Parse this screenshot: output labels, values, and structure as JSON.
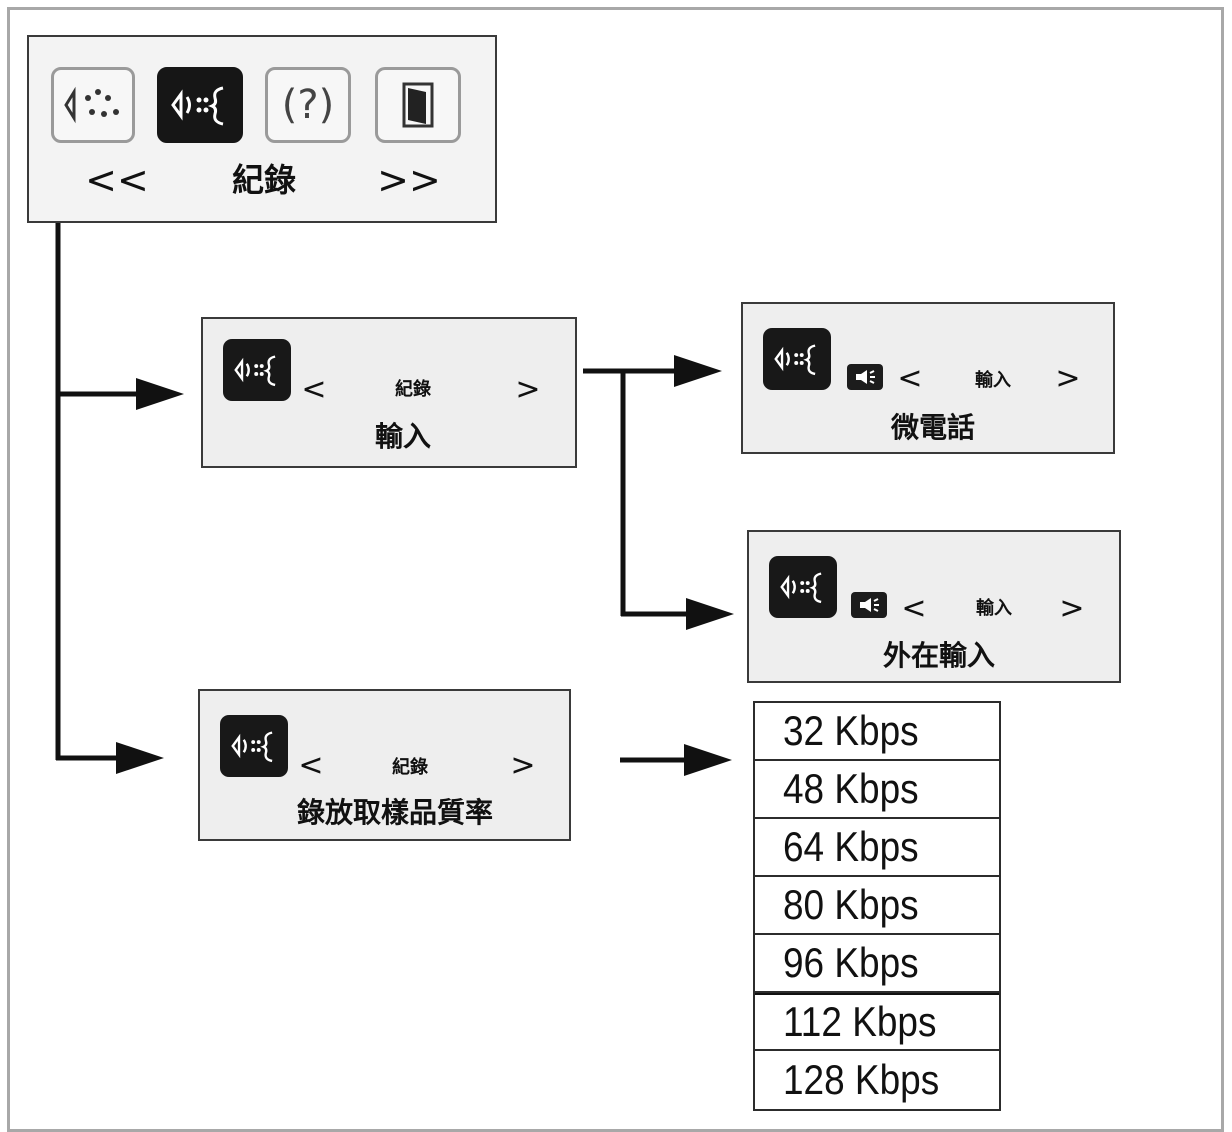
{
  "top_menu": {
    "title": "紀錄",
    "prev_label": "<<",
    "next_label": ">>",
    "tiles": [
      {
        "icon": "music-note-icon",
        "active": false
      },
      {
        "icon": "record-voice-icon",
        "active": true
      },
      {
        "icon": "help-icon",
        "active": false
      },
      {
        "icon": "exit-door-icon",
        "active": false
      }
    ],
    "help_glyph": "(?)"
  },
  "input_screen": {
    "header": "紀錄",
    "label": "輸入"
  },
  "mic_screen": {
    "header": "輸入",
    "label": "微電話"
  },
  "ext_screen": {
    "header": "輸入",
    "label": "外在輸入"
  },
  "bitrate_screen": {
    "header": "紀錄",
    "label": "錄放取樣品質率"
  },
  "nav": {
    "left": "<",
    "right": ">"
  },
  "bitrates": [
    "32 Kbps",
    "48 Kbps",
    "64 Kbps",
    "80 Kbps",
    "96 Kbps",
    "112 Kbps",
    "128 Kbps"
  ]
}
